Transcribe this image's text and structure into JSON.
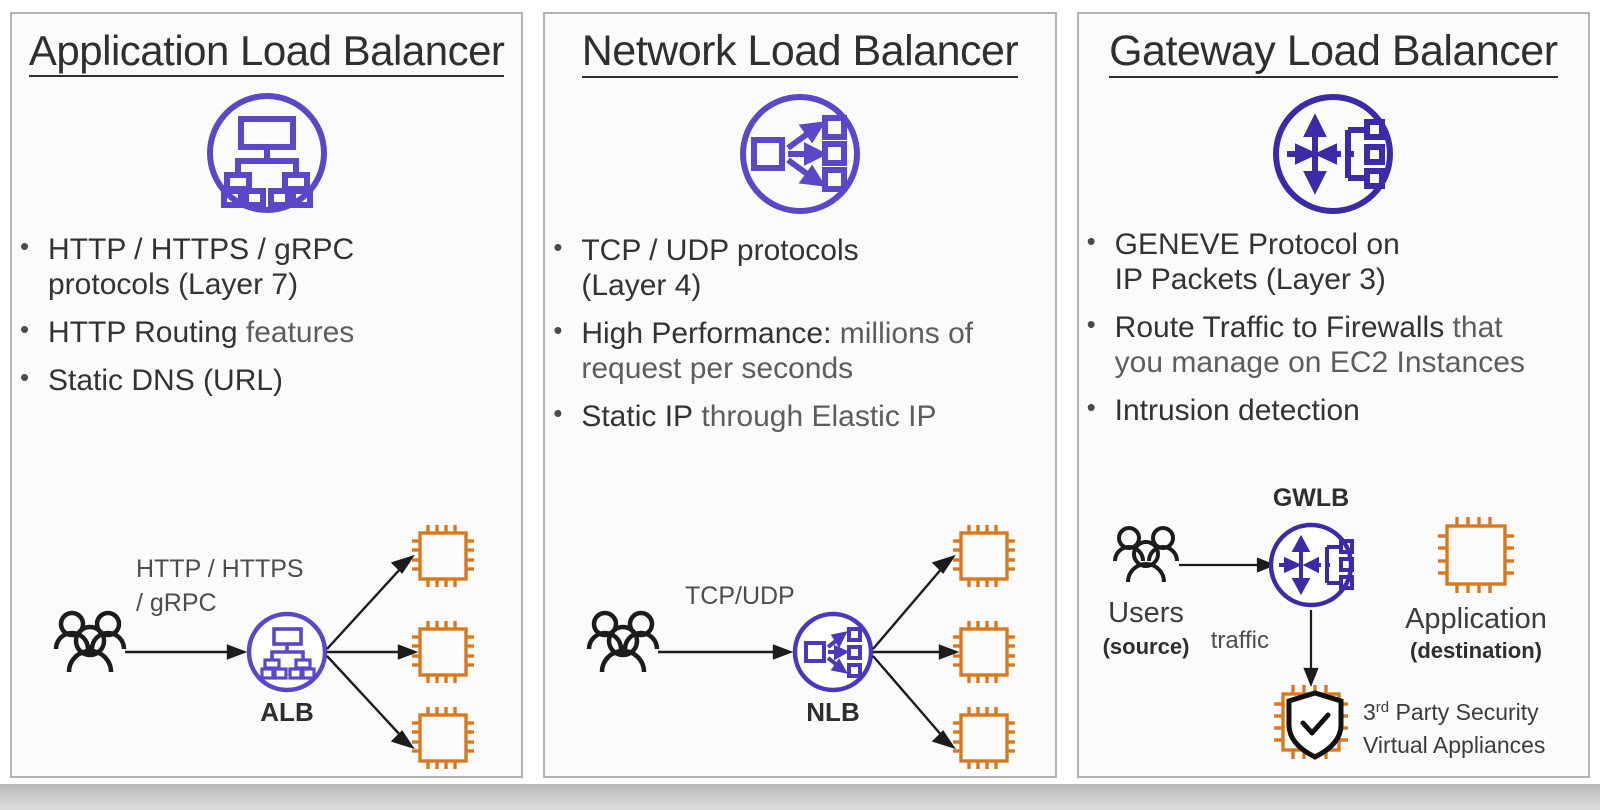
{
  "colors": {
    "purple": "#4B38BE",
    "purple_light": "#5A48C8",
    "orange": "#D9791F",
    "dark_text": "#2f2f2f",
    "body_text": "#5d5d5d",
    "panel_border": "#b4b4b4",
    "panel_bg": "#fbfbfb"
  },
  "panels": [
    {
      "title": "Application Load Balancer",
      "icon": "load-balancer-tree-icon",
      "bullets": [
        {
          "lines": [
            {
              "strong": "HTTP / HTTPS / gRPC",
              "normal": ""
            },
            {
              "strong": "protocols (Layer 7)",
              "normal": ""
            }
          ]
        },
        {
          "lines": [
            {
              "strong": "HTTP Routing",
              "normal": " features"
            }
          ]
        },
        {
          "lines": [
            {
              "strong": "Static DNS (URL)",
              "normal": ""
            }
          ]
        }
      ],
      "diagram": {
        "source_label": "",
        "protocol_label_line1": "HTTP / HTTPS",
        "protocol_label_line2": "/ gRPC",
        "lb_label": "ALB",
        "lb_icon": "load-balancer-tree-icon",
        "target_count": 3,
        "target_icon": "ec2-chip-icon"
      }
    },
    {
      "title": "Network Load Balancer",
      "icon": "network-fanout-icon",
      "bullets": [
        {
          "lines": [
            {
              "strong": "TCP / UDP protocols",
              "normal": ""
            },
            {
              "strong": "(Layer 4)",
              "normal": ""
            }
          ]
        },
        {
          "lines": [
            {
              "strong": "High Performance:",
              "normal": " millions of"
            },
            {
              "strong": "",
              "normal": "request per seconds"
            }
          ]
        },
        {
          "lines": [
            {
              "strong": "Static IP",
              "normal": " through Elastic IP"
            }
          ]
        }
      ],
      "diagram": {
        "protocol_label_line1": "TCP/UDP",
        "protocol_label_line2": "",
        "lb_label": "NLB",
        "lb_icon": "network-fanout-icon",
        "target_count": 3,
        "target_icon": "ec2-chip-icon"
      }
    },
    {
      "title": "Gateway Load Balancer",
      "icon": "gateway-route-icon",
      "bullets": [
        {
          "lines": [
            {
              "strong": "GENEVE Protocol on",
              "normal": ""
            },
            {
              "strong": "IP Packets (Layer 3)",
              "normal": ""
            }
          ]
        },
        {
          "lines": [
            {
              "strong": "Route Traffic to Firewalls",
              "normal": " that"
            },
            {
              "strong": "",
              "normal": "you manage on EC2 Instances"
            }
          ]
        },
        {
          "lines": [
            {
              "strong": "Intrusion detection",
              "normal": ""
            }
          ]
        }
      ],
      "diagram": {
        "lb_label": "GWLB",
        "lb_icon": "gateway-route-icon",
        "users_label": "Users",
        "users_sub": "(source)",
        "traffic_label": "traffic",
        "application_label": "Application",
        "application_sub": "(destination)",
        "appliance_line1_pre": "3",
        "appliance_line1_sup": "rd",
        "appliance_line1_post": " Party Security",
        "appliance_line2": "Virtual Appliances",
        "appliance_icon": "security-shield-chip-icon"
      }
    }
  ]
}
